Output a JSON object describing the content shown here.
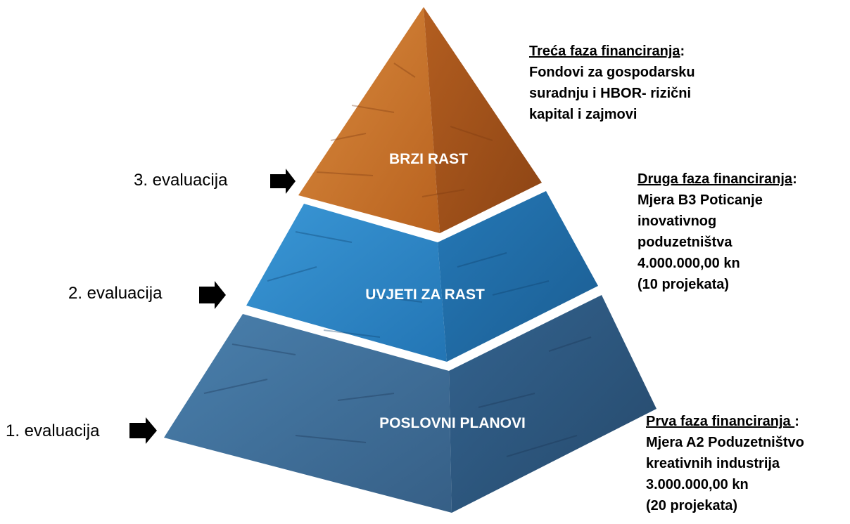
{
  "pyramid": {
    "top_label": "BRZI RAST",
    "middle_label": "UVJETI ZA RAST",
    "bottom_label": "POSLOVNI PLANOVI",
    "colors": {
      "top": "#c66a26",
      "middle": "#2b83c3",
      "bottom": "#3a6f9d"
    }
  },
  "evaluations": {
    "third": "3. evaluacija",
    "second": "2. evaluacija",
    "first": "1. evaluacija"
  },
  "notes": {
    "third_phase": {
      "heading": "Treća faza financiranja",
      "heading_suffix": ":",
      "lines": [
        "Fondovi za gospodarsku",
        "suradnju i HBOR- rizični",
        "kapital i zajmovi"
      ]
    },
    "second_phase": {
      "heading": "Druga faza financiranja",
      "heading_suffix": ":",
      "lines": [
        "Mjera B3 Poticanje",
        "inovativnog",
        "poduzetništva",
        "4.000.000,00 kn",
        "(10 projekata)"
      ]
    },
    "first_phase": {
      "heading": "Prva faza financiranja ",
      "heading_suffix": ":",
      "lines": [
        "Mjera A2 Poduzetništvo",
        "kreativnih industrija",
        "3.000.000,00 kn",
        "(20 projekata)"
      ]
    }
  }
}
